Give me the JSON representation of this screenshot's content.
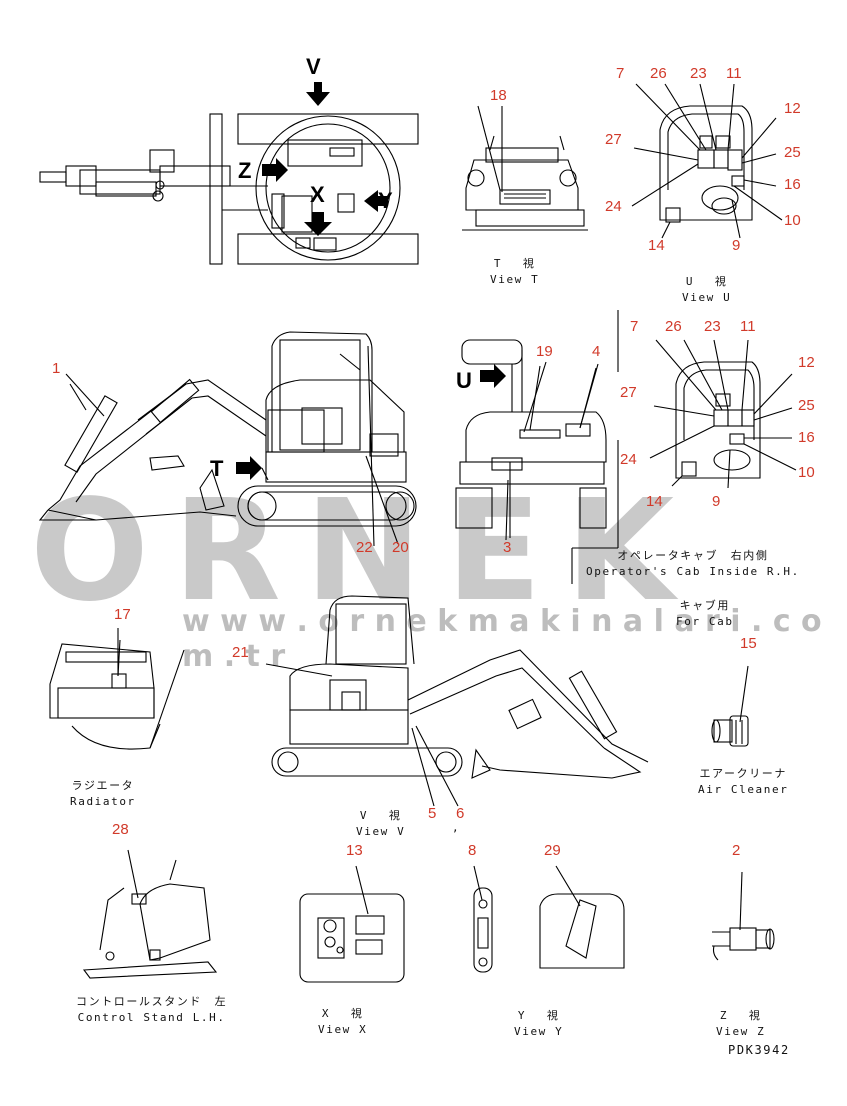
{
  "watermark": {
    "brand": "ORNEK",
    "url": "w w w . o r n e k m a k i n a l a r i . c o m . t r"
  },
  "drawing_code": "PDK3942",
  "arrow_labels": {
    "V": "V",
    "Z": "Z",
    "X": "X",
    "Y": "Y",
    "T": "T",
    "U": "U"
  },
  "captions": {
    "view_t": {
      "jp": "T　 視",
      "en": "View T"
    },
    "view_u": {
      "jp": "U　 視",
      "en": "View U"
    },
    "cab_inside": {
      "jp": "オペレータキャブ　右内側",
      "en": "Operator's Cab Inside R.H."
    },
    "for_cab": {
      "jp": "キャブ用",
      "en": "For Cab"
    },
    "radiator": {
      "jp": "ラジエータ",
      "en": "Radiator"
    },
    "view_v": {
      "jp": "V　 視",
      "en": "View V"
    },
    "air_cleaner": {
      "jp": "エアークリーナ",
      "en": "Air Cleaner"
    },
    "control_stand": {
      "jp": "コントロールスタンド　左",
      "en": "Control Stand L.H."
    },
    "view_x": {
      "jp": "X　 視",
      "en": "View X"
    },
    "view_y": {
      "jp": "Y　 視",
      "en": "View Y"
    },
    "view_z": {
      "jp": "Z　 視",
      "en": "View Z"
    }
  },
  "callouts": {
    "c1": "1",
    "c2": "2",
    "c3": "3",
    "c4": "4",
    "c5": "5",
    "c6": "6",
    "c7a": "7",
    "c7b": "7",
    "c8": "8",
    "c9a": "9",
    "c9b": "9",
    "c10a": "10",
    "c10b": "10",
    "c11a": "11",
    "c11b": "11",
    "c12a": "12",
    "c12b": "12",
    "c13": "13",
    "c14a": "14",
    "c14b": "14",
    "c15": "15",
    "c16a": "16",
    "c16b": "16",
    "c17": "17",
    "c18": "18",
    "c19": "19",
    "c20": "20",
    "c21": "21",
    "c22": "22",
    "c23a": "23",
    "c23b": "23",
    "c24a": "24",
    "c24b": "24",
    "c25a": "25",
    "c25b": "25",
    "c26a": "26",
    "c26b": "26",
    "c27a": "27",
    "c27b": "27",
    "c28": "28",
    "c29": "29"
  },
  "comma": ","
}
